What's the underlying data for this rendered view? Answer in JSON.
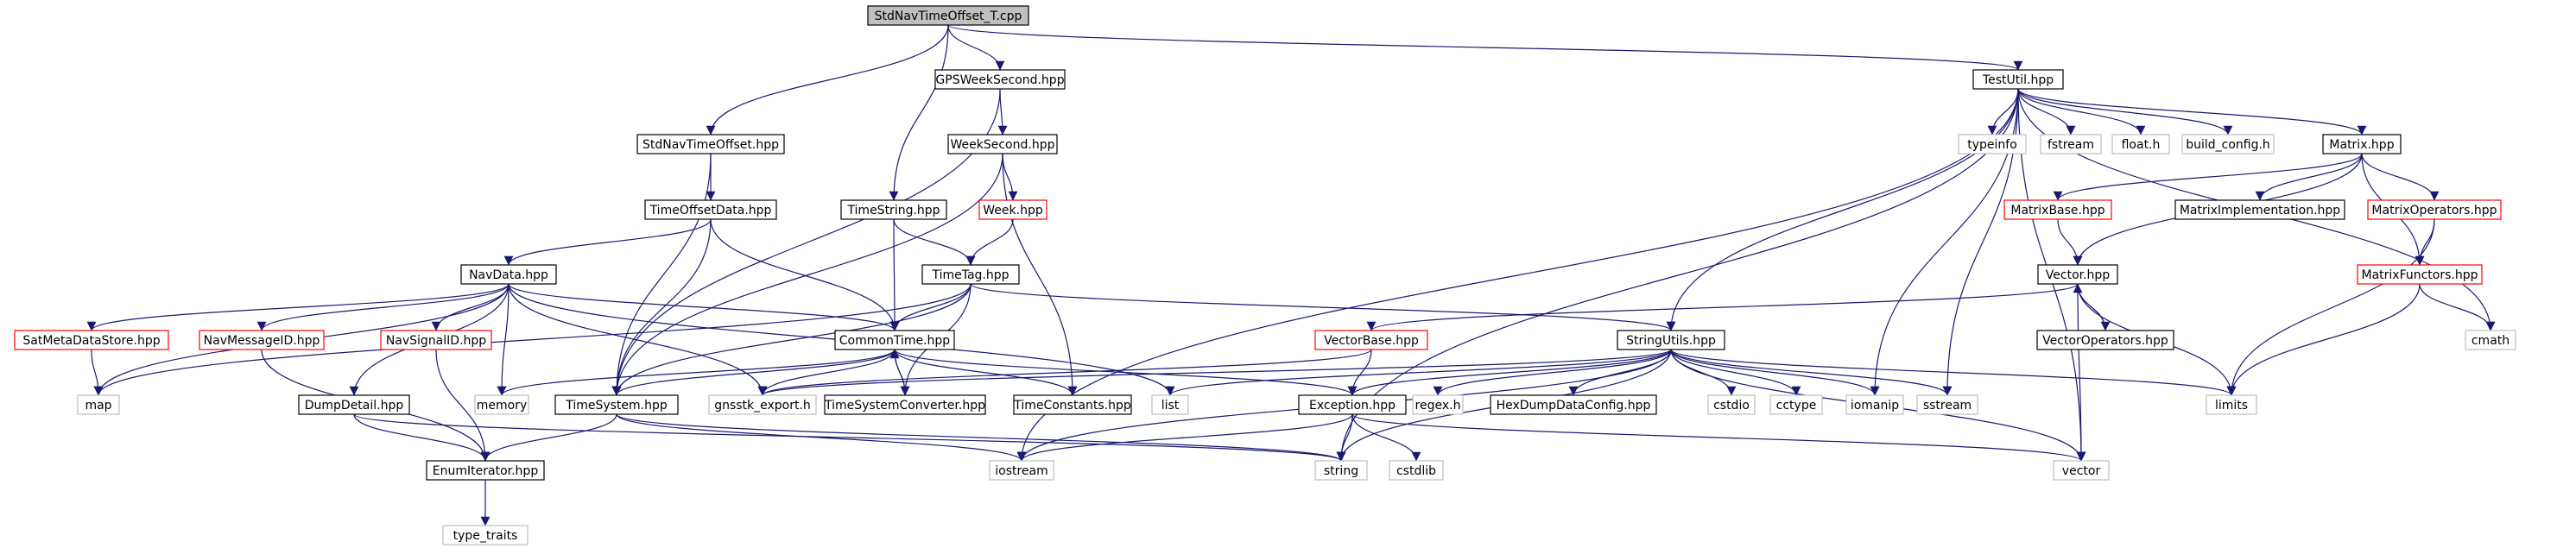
{
  "graph": {
    "nodes": [
      {
        "id": "root",
        "label": "StdNavTimeOffset_T.cpp",
        "style": "root"
      },
      {
        "id": "gpsws",
        "label": "GPSWeekSecond.hpp",
        "style": "normal"
      },
      {
        "id": "testutil",
        "label": "TestUtil.hpp",
        "style": "normal"
      },
      {
        "id": "stdnav",
        "label": "StdNavTimeOffset.hpp",
        "style": "normal"
      },
      {
        "id": "weeksecond",
        "label": "WeekSecond.hpp",
        "style": "normal"
      },
      {
        "id": "typeinfo",
        "label": "typeinfo",
        "style": "external"
      },
      {
        "id": "fstream",
        "label": "fstream",
        "style": "external"
      },
      {
        "id": "floath",
        "label": "float.h",
        "style": "external"
      },
      {
        "id": "buildconfig",
        "label": "build_config.h",
        "style": "external"
      },
      {
        "id": "matrix",
        "label": "Matrix.hpp",
        "style": "normal"
      },
      {
        "id": "timeoffsetdata",
        "label": "TimeOffsetData.hpp",
        "style": "normal"
      },
      {
        "id": "timestring",
        "label": "TimeString.hpp",
        "style": "normal"
      },
      {
        "id": "week",
        "label": "Week.hpp",
        "style": "truncated"
      },
      {
        "id": "matrixbase",
        "label": "MatrixBase.hpp",
        "style": "truncated"
      },
      {
        "id": "matriximpl",
        "label": "MatrixImplementation.hpp",
        "style": "normal"
      },
      {
        "id": "matrixops",
        "label": "MatrixOperators.hpp",
        "style": "truncated"
      },
      {
        "id": "navdata",
        "label": "NavData.hpp",
        "style": "normal"
      },
      {
        "id": "timetag",
        "label": "TimeTag.hpp",
        "style": "normal"
      },
      {
        "id": "vector_hpp",
        "label": "Vector.hpp",
        "style": "normal"
      },
      {
        "id": "matrixfunctors",
        "label": "MatrixFunctors.hpp",
        "style": "truncated"
      },
      {
        "id": "satmeta",
        "label": "SatMetaDataStore.hpp",
        "style": "truncated"
      },
      {
        "id": "navmsgid",
        "label": "NavMessageID.hpp",
        "style": "truncated"
      },
      {
        "id": "navsigid",
        "label": "NavSignalID.hpp",
        "style": "truncated"
      },
      {
        "id": "commontime",
        "label": "CommonTime.hpp",
        "style": "normal"
      },
      {
        "id": "vectorbase",
        "label": "VectorBase.hpp",
        "style": "truncated"
      },
      {
        "id": "stringutils",
        "label": "StringUtils.hpp",
        "style": "normal"
      },
      {
        "id": "vectorops",
        "label": "VectorOperators.hpp",
        "style": "normal"
      },
      {
        "id": "cmath",
        "label": "cmath",
        "style": "external"
      },
      {
        "id": "map",
        "label": "map",
        "style": "external"
      },
      {
        "id": "dumpdetail",
        "label": "DumpDetail.hpp",
        "style": "normal"
      },
      {
        "id": "memory",
        "label": "memory",
        "style": "external"
      },
      {
        "id": "timesystem",
        "label": "TimeSystem.hpp",
        "style": "normal"
      },
      {
        "id": "gnsstk",
        "label": "gnsstk_export.h",
        "style": "external"
      },
      {
        "id": "tsconv",
        "label": "TimeSystemConverter.hpp",
        "style": "normal"
      },
      {
        "id": "timeconst",
        "label": "TimeConstants.hpp",
        "style": "normal"
      },
      {
        "id": "list",
        "label": "list",
        "style": "external"
      },
      {
        "id": "exception",
        "label": "Exception.hpp",
        "style": "normal"
      },
      {
        "id": "regexh",
        "label": "regex.h",
        "style": "external"
      },
      {
        "id": "hexdump",
        "label": "HexDumpDataConfig.hpp",
        "style": "normal"
      },
      {
        "id": "cstdio",
        "label": "cstdio",
        "style": "external"
      },
      {
        "id": "cctype",
        "label": "cctype",
        "style": "external"
      },
      {
        "id": "iomanip",
        "label": "iomanip",
        "style": "external"
      },
      {
        "id": "sstream",
        "label": "sstream",
        "style": "external"
      },
      {
        "id": "limits",
        "label": "limits",
        "style": "external"
      },
      {
        "id": "enumiter",
        "label": "EnumIterator.hpp",
        "style": "normal"
      },
      {
        "id": "iostream",
        "label": "iostream",
        "style": "external"
      },
      {
        "id": "string",
        "label": "string",
        "style": "external"
      },
      {
        "id": "cstdlib",
        "label": "cstdlib",
        "style": "external"
      },
      {
        "id": "vector",
        "label": "vector",
        "style": "external"
      },
      {
        "id": "typetraits",
        "label": "type_traits",
        "style": "external"
      }
    ],
    "edges": [
      [
        "root",
        "gpsws"
      ],
      [
        "root",
        "testutil"
      ],
      [
        "root",
        "stdnav"
      ],
      [
        "root",
        "timestring"
      ],
      [
        "gpsws",
        "weeksecond"
      ],
      [
        "weeksecond",
        "week"
      ],
      [
        "weeksecond",
        "timesystem"
      ],
      [
        "weeksecond",
        "timeconst"
      ],
      [
        "week",
        "timetag"
      ],
      [
        "timestring",
        "commontime"
      ],
      [
        "timestring",
        "timetag"
      ],
      [
        "stdnav",
        "timeoffsetdata"
      ],
      [
        "stdnav",
        "timesystem"
      ],
      [
        "timeoffsetdata",
        "navdata"
      ],
      [
        "timeoffsetdata",
        "commontime"
      ],
      [
        "timeoffsetdata",
        "timesystem"
      ],
      [
        "navdata",
        "map"
      ],
      [
        "navdata",
        "satmeta"
      ],
      [
        "navdata",
        "navmsgid"
      ],
      [
        "navdata",
        "navsigid"
      ],
      [
        "navdata",
        "dumpdetail"
      ],
      [
        "navdata",
        "memory"
      ],
      [
        "navdata",
        "commontime"
      ],
      [
        "navdata",
        "gnsstk"
      ],
      [
        "navdata",
        "list"
      ],
      [
        "satmeta",
        "map"
      ],
      [
        "navmsgid",
        "enumiter"
      ],
      [
        "navsigid",
        "enumiter"
      ],
      [
        "dumpdetail",
        "enumiter"
      ],
      [
        "dumpdetail",
        "string"
      ],
      [
        "timetag",
        "commontime"
      ],
      [
        "timetag",
        "timesystem"
      ],
      [
        "timetag",
        "tsconv"
      ],
      [
        "timetag",
        "stringutils"
      ],
      [
        "timetag",
        "map"
      ],
      [
        "commontime",
        "memory"
      ],
      [
        "commontime",
        "timesystem"
      ],
      [
        "commontime",
        "gnsstk"
      ],
      [
        "commontime",
        "tsconv"
      ],
      [
        "commontime",
        "timeconst"
      ],
      [
        "commontime",
        "exception"
      ],
      [
        "tsconv",
        "commontime"
      ],
      [
        "timesystem",
        "enumiter"
      ],
      [
        "timesystem",
        "iostream"
      ],
      [
        "timesystem",
        "string"
      ],
      [
        "enumiter",
        "typetraits"
      ],
      [
        "testutil",
        "typeinfo"
      ],
      [
        "testutil",
        "fstream"
      ],
      [
        "testutil",
        "floath"
      ],
      [
        "testutil",
        "buildconfig"
      ],
      [
        "testutil",
        "matrix"
      ],
      [
        "testutil",
        "stringutils"
      ],
      [
        "testutil",
        "iostream"
      ],
      [
        "testutil",
        "iomanip"
      ],
      [
        "testutil",
        "sstream"
      ],
      [
        "testutil",
        "cmath"
      ],
      [
        "testutil",
        "vector"
      ],
      [
        "testutil",
        "string"
      ],
      [
        "matrix",
        "matrixbase"
      ],
      [
        "matrix",
        "matriximpl"
      ],
      [
        "matrix",
        "matrixops"
      ],
      [
        "matrix",
        "matrixfunctors"
      ],
      [
        "matrix",
        "vector_hpp"
      ],
      [
        "matrixbase",
        "vector_hpp"
      ],
      [
        "matrixops",
        "matrixfunctors"
      ],
      [
        "matrixops",
        "limits"
      ],
      [
        "matrixfunctors",
        "cmath"
      ],
      [
        "matrixfunctors",
        "limits"
      ],
      [
        "vector_hpp",
        "vectorbase"
      ],
      [
        "vector_hpp",
        "vectorops"
      ],
      [
        "vector_hpp",
        "limits"
      ],
      [
        "vector_hpp",
        "vector"
      ],
      [
        "vectorops",
        "vector_hpp"
      ],
      [
        "vectorbase",
        "exception"
      ],
      [
        "vectorbase",
        "gnsstk"
      ],
      [
        "stringutils",
        "list"
      ],
      [
        "stringutils",
        "exception"
      ],
      [
        "stringutils",
        "regexh"
      ],
      [
        "stringutils",
        "hexdump"
      ],
      [
        "stringutils",
        "cstdio"
      ],
      [
        "stringutils",
        "cctype"
      ],
      [
        "stringutils",
        "iomanip"
      ],
      [
        "stringutils",
        "sstream"
      ],
      [
        "stringutils",
        "limits"
      ],
      [
        "stringutils",
        "iostream"
      ],
      [
        "stringutils",
        "string"
      ],
      [
        "stringutils",
        "vector"
      ],
      [
        "stringutils",
        "gnsstk"
      ],
      [
        "exception",
        "iostream"
      ],
      [
        "exception",
        "string"
      ],
      [
        "exception",
        "cstdlib"
      ],
      [
        "exception",
        "vector"
      ],
      [
        "gpsws",
        "timesystem"
      ]
    ]
  },
  "colors": {
    "edge": "#191970",
    "root_fill": "#bfbfbf",
    "root_border": "#000000",
    "normal_border": "#000000",
    "truncated_border": "#ff0000",
    "external_border": "#bfbfbf",
    "external_text": "#7f7f7f"
  }
}
